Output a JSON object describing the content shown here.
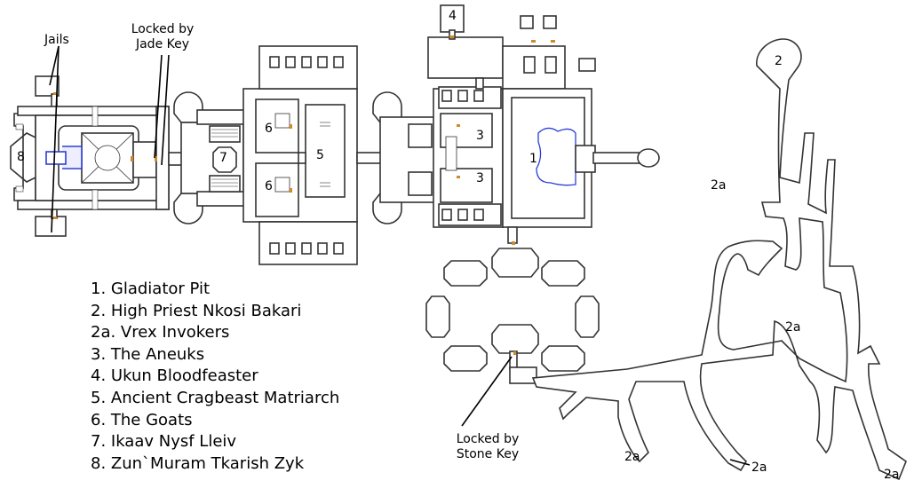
{
  "callouts": {
    "jails": "Jails",
    "jade_key": [
      "Locked by",
      "Jade Key"
    ],
    "stone_key": [
      "Locked by",
      "Stone Key"
    ]
  },
  "legend": [
    "1. Gladiator Pit",
    "2. High Priest Nkosi Bakari",
    "2a. Vrex Invokers",
    "3. The Aneuks",
    "4. Ukun Bloodfeaster",
    "5. Ancient Cragbeast Matriarch",
    "6. The Goats",
    "7. Ikaav Nysf Lleiv",
    "8. Zun`Muram Tkarish Zyk"
  ],
  "map_numbers": {
    "n1": "1",
    "n2": "2",
    "n3a": "3",
    "n3b": "3",
    "n4": "4",
    "n5": "5",
    "n6a": "6",
    "n6b": "6",
    "n7": "7",
    "n8": "8",
    "n2a_1": "2a",
    "n2a_2": "2a",
    "n2a_3": "2a",
    "n2a_4": "2a",
    "n2a_5": "2a"
  },
  "colors": {
    "wall": "#333333",
    "water": "#2b3fd6",
    "door": "#d08a2a",
    "floor": "#ffffff"
  }
}
